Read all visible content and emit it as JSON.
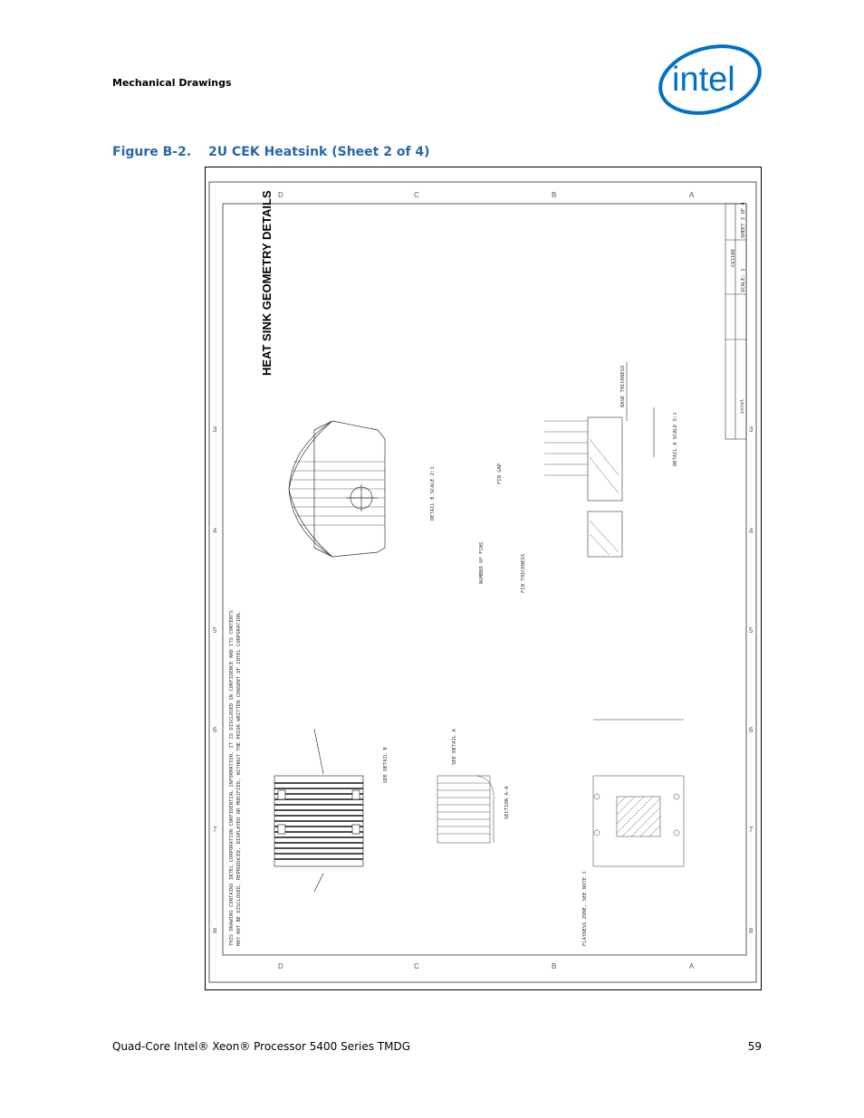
{
  "header": {
    "section_label": "Mechanical Drawings",
    "logo_text": "intel",
    "logo_colors": {
      "ring": "#0071c5",
      "text": "#0071c5"
    }
  },
  "figure": {
    "number": "Figure B-2.",
    "title": "2U CEK Heatsink (Sheet 2 of 4)",
    "caption_color": "#2a67a8",
    "drawing_title": "HEAT SINK GEOMETRY DETAILS",
    "zone_letters": [
      "D",
      "C",
      "B",
      "A"
    ],
    "zone_numbers": [
      "3",
      "4",
      "5",
      "6",
      "7",
      "8"
    ],
    "notes": [
      "THIS DRAWING CONTAINS INTEL CORPORATION CONFIDENTIAL INFORMATION. IT IS DISCLOSED IN CONFIDENCE AND ITS CONTENTS",
      "MAY NOT BE DISCLOSED, REPRODUCED, DISPLAYED OR MODIFIED, WITHOUT THE PRIOR WRITTEN CONSENT OF INTEL CORPORATION."
    ],
    "labels": {
      "detail_a": "DETAIL A  SCALE 5:1",
      "detail_b": "DETAIL B  SCALE 2:1",
      "section_aa": "SECTION A-A",
      "see_detail_a": "SEE DETAIL A",
      "see_detail_b": "SEE DETAIL B",
      "fin_gap": "FIN GAP",
      "fin_thickness": "FIN THICKNESS",
      "base_thickness": "BASE THICKNESS",
      "number_of_fins": "NUMBER OF FINS",
      "flatness": "FLATNESS ZONE, SEE NOTE 1"
    },
    "title_block": {
      "company": "intel",
      "drawing_number": "C61108",
      "sheet": "SHEET 2 OF 4",
      "scale": "SCALE: 1"
    }
  },
  "footer": {
    "document_title": "Quad-Core Intel® Xeon® Processor 5400 Series TMDG",
    "page_number": "59"
  }
}
